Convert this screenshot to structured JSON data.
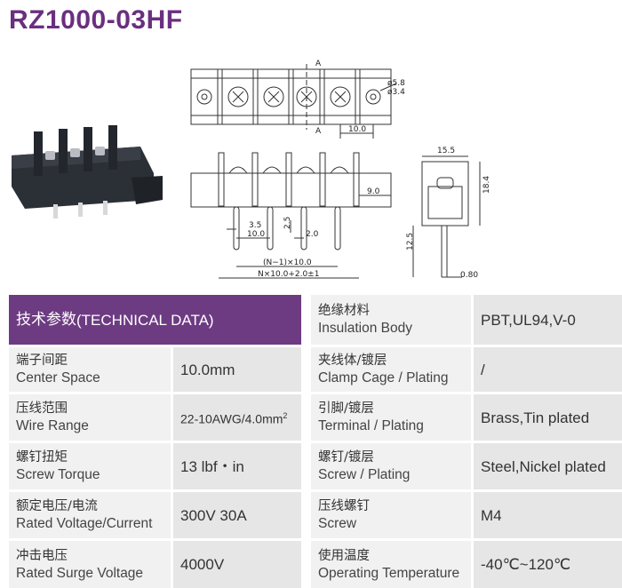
{
  "title": "RZ1000-03HF",
  "drawing": {
    "section_mark": "A",
    "dims": {
      "top_pitch": "10.0",
      "hole_d1": "ø5.8",
      "hole_d2": "ø3.4",
      "side_offset": "9.0",
      "pin_gap": "3.5",
      "pin_pitch": "10.0",
      "pin_off1": "2.5",
      "pin_off2": "2.0",
      "span_n": "(N−1)×10.0",
      "total_len": "N×10.0+2.0±1",
      "end_width": "15.5",
      "end_height": "18.4",
      "pin_len": "12.5",
      "pin_thick": "0.80"
    }
  },
  "table": {
    "header": {
      "cn": "技术参数",
      "en": "(TECHNICAL DATA)"
    },
    "left_rows": [
      {
        "cn": "端子间距",
        "en": "Center Space",
        "value": "10.0mm"
      },
      {
        "cn": "压线范围",
        "en": "Wire Range",
        "value": "22-10AWG/4.0mm",
        "sup": "2"
      },
      {
        "cn": "螺钉扭矩",
        "en": "Screw Torque",
        "value": "13 lbf・in"
      },
      {
        "cn": "额定电压/电流",
        "en": "Rated Voltage/Current",
        "value": "300V 30A"
      },
      {
        "cn": "冲击电压",
        "en": "Rated Surge Voltage",
        "value": "4000V"
      }
    ],
    "right_rows": [
      {
        "cn": "绝缘材料",
        "en": "Insulation Body",
        "value": "PBT,UL94,V-0"
      },
      {
        "cn": "夹线体/镀层",
        "en": "Clamp Cage / Plating",
        "value": "/"
      },
      {
        "cn": "引脚/镀层",
        "en": "Terminal / Plating",
        "value": "Brass,Tin plated"
      },
      {
        "cn": "螺钉/镀层",
        "en": "Screw / Plating",
        "value": "Steel,Nickel plated"
      },
      {
        "cn": "压线螺钉",
        "en": "Screw",
        "value": "M4"
      },
      {
        "cn": "使用温度",
        "en": "Operating Temperature",
        "value": "-40℃~120℃"
      }
    ]
  }
}
